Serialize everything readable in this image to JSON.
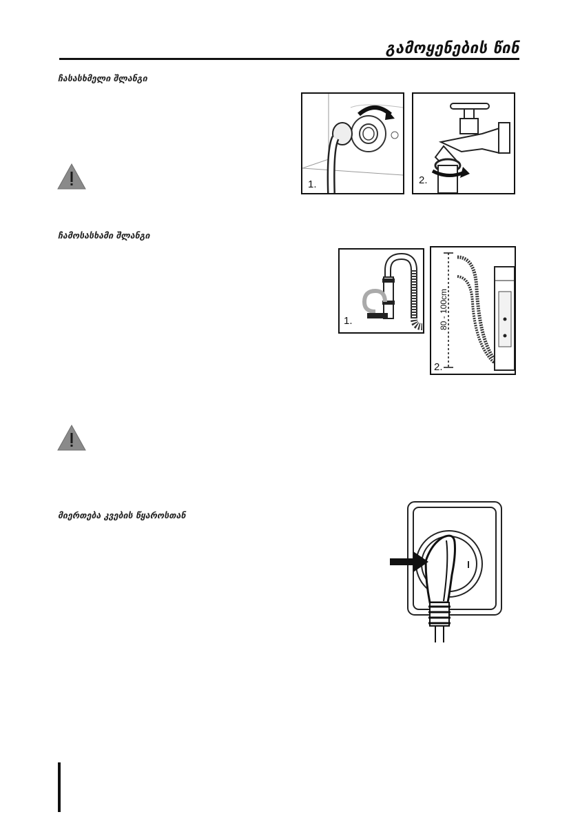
{
  "header": {
    "title": "გამოყენების წინ"
  },
  "sections": {
    "inlet": {
      "title": "ჩასასხმელი შლანგი",
      "step1": "1.",
      "step2": "2."
    },
    "drain": {
      "title": "ჩამოსასხამი შლანგი",
      "step1": "1.",
      "step2": "2.",
      "height_label": "80 - 100cm"
    },
    "power": {
      "title": "მიერთება კვების წყაროსთან"
    }
  },
  "icons": {
    "warning": "warning-triangle-icon",
    "arrow": "arrow-icon"
  }
}
